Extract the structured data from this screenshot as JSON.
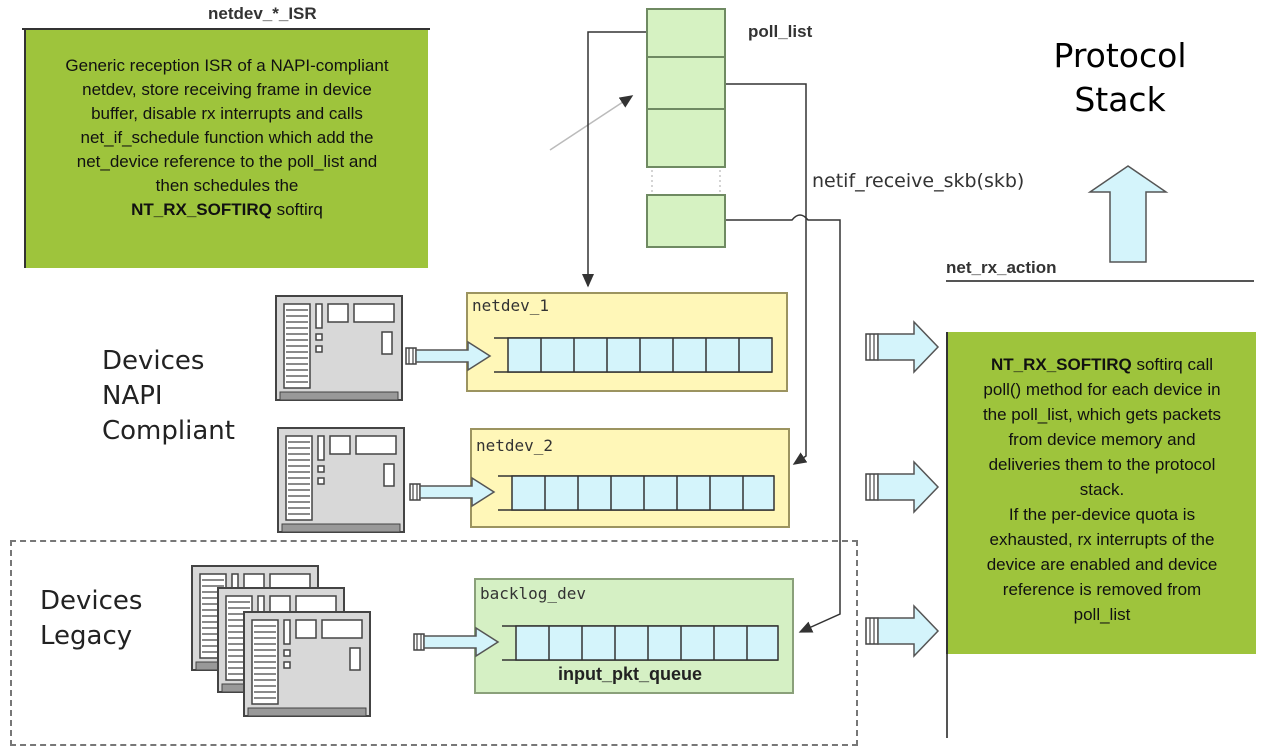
{
  "labels": {
    "isr_title": "netdev_*_ISR",
    "poll_list": "poll_list",
    "protocol_stack_line1": "Protocol",
    "protocol_stack_line2": "Stack",
    "netif_receive": "netif_receive_skb(skb)",
    "net_rx_action": "net_rx_action",
    "netdev_1": "netdev_1",
    "netdev_2": "netdev_2",
    "backlog_dev": "backlog_dev",
    "input_pkt_queue": "input_pkt_queue",
    "napi_line1": "Devices",
    "napi_line2": "NAPI",
    "napi_line3": "Compliant",
    "legacy_line1": "Devices",
    "legacy_line2": "Legacy"
  },
  "isr_box": {
    "lines": [
      "Generic reception ISR of a NAPI-compliant",
      "netdev, store receiving frame in device",
      "buffer, disable rx interrupts and calls",
      "net_if_schedule function which add the",
      "net_device reference to the poll_list and",
      "then schedules the"
    ],
    "bold": "NT_RX_SOFTIRQ",
    "tail": " softirq"
  },
  "softirq_box": {
    "bold": "NT_RX_SOFTIRQ",
    "line1_tail": " softirq call",
    "lines": [
      "poll() method for each device in",
      "the poll_list, which gets packets",
      "from device memory and",
      "deliveries them to the protocol",
      "stack.",
      "If the per-device quota is",
      "exhausted, rx interrupts of the",
      "device are enabled and device",
      "reference is removed from",
      "poll_list"
    ]
  },
  "colors": {
    "green": "#9ec43c",
    "yellow": "#fff7b8",
    "light_green": "#d5f0c4",
    "cyan": "#d4f4fb"
  }
}
